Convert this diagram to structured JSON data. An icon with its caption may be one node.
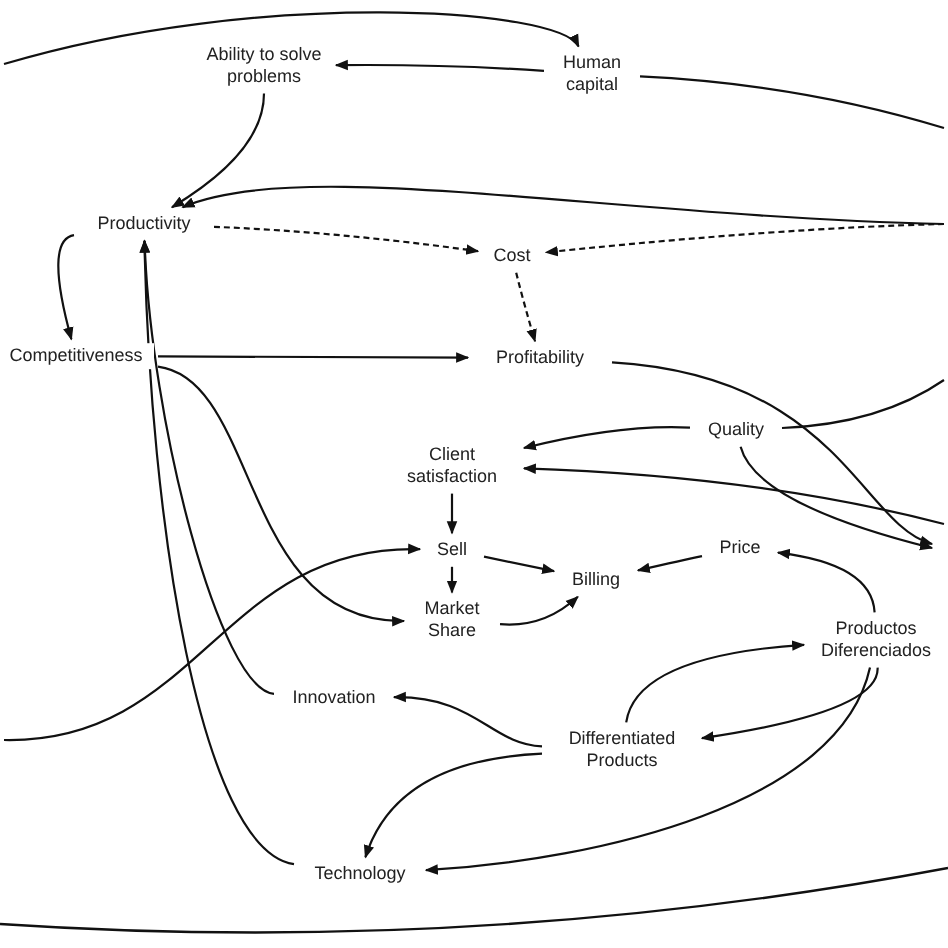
{
  "diagram": {
    "nodes": [
      {
        "text": [
          "Ability to solve problems"
        ]
      },
      {
        "text": [
          "Human capital"
        ]
      },
      {
        "text": [
          "Productivity"
        ]
      },
      {
        "text": [
          "Cost"
        ]
      },
      {
        "text": [
          "Competitiveness"
        ]
      },
      {
        "text": [
          "Profitability"
        ]
      },
      {
        "text": [
          "Client satisfaction"
        ]
      },
      {
        "text": [
          "Quality"
        ]
      },
      {
        "text": [
          "Sell"
        ]
      },
      {
        "text": [
          "Billing"
        ]
      },
      {
        "text": [
          "Price"
        ]
      },
      {
        "text": [
          "Market Share"
        ]
      },
      {
        "text": [
          "Productos Diferenciados"
        ]
      },
      {
        "text": [
          "Innovation"
        ]
      },
      {
        "text": [
          "Differentiated Products"
        ]
      },
      {
        "text": [
          "Technology"
        ]
      }
    ],
    "edges": [
      {
        "from": null,
        "to": 1,
        "arrow": "to"
      },
      {
        "from": 1,
        "to": 0,
        "arrow": "to"
      },
      {
        "from": 1,
        "to": null,
        "arrow": "none"
      },
      {
        "from": 0,
        "to": 2,
        "arrow": "to"
      },
      {
        "from": null,
        "to": 2,
        "arrow": "to"
      },
      {
        "from": 2,
        "to": 3,
        "arrow": "to",
        "style": "dashed"
      },
      {
        "from": null,
        "to": 3,
        "arrow": "to",
        "style": "dashed"
      },
      {
        "from": 3,
        "to": 5,
        "arrow": "to",
        "style": "dashed"
      },
      {
        "from": 2,
        "to": 4,
        "arrow": "to"
      },
      {
        "from": 4,
        "to": 5,
        "arrow": "to"
      },
      {
        "from": 4,
        "to": 11,
        "arrow": "to"
      },
      {
        "from": 13,
        "to": 2,
        "arrow": "to"
      },
      {
        "from": 15,
        "to": 2,
        "arrow": "to"
      },
      {
        "from": null,
        "to": 8,
        "arrow": "to"
      },
      {
        "from": 7,
        "to": 6,
        "arrow": "to"
      },
      {
        "from": null,
        "to": 6,
        "arrow": "to"
      },
      {
        "from": 5,
        "to": null,
        "arrow": "to"
      },
      {
        "from": 7,
        "to": null,
        "arrow": "to"
      },
      {
        "from": 7,
        "to": null,
        "arrow": "none"
      },
      {
        "from": 6,
        "to": 8,
        "arrow": "to"
      },
      {
        "from": 8,
        "to": 11,
        "arrow": "to"
      },
      {
        "from": 8,
        "to": 9,
        "arrow": "to"
      },
      {
        "from": 11,
        "to": 9,
        "arrow": "to"
      },
      {
        "from": 10,
        "to": 9,
        "arrow": "to"
      },
      {
        "from": 12,
        "to": 10,
        "arrow": "to"
      },
      {
        "from": 14,
        "to": 12,
        "arrow": "to"
      },
      {
        "from": 12,
        "to": 14,
        "arrow": "to"
      },
      {
        "from": 14,
        "to": 13,
        "arrow": "to"
      },
      {
        "from": 14,
        "to": 15,
        "arrow": "to"
      },
      {
        "from": 12,
        "to": 15,
        "arrow": "to"
      }
    ]
  }
}
